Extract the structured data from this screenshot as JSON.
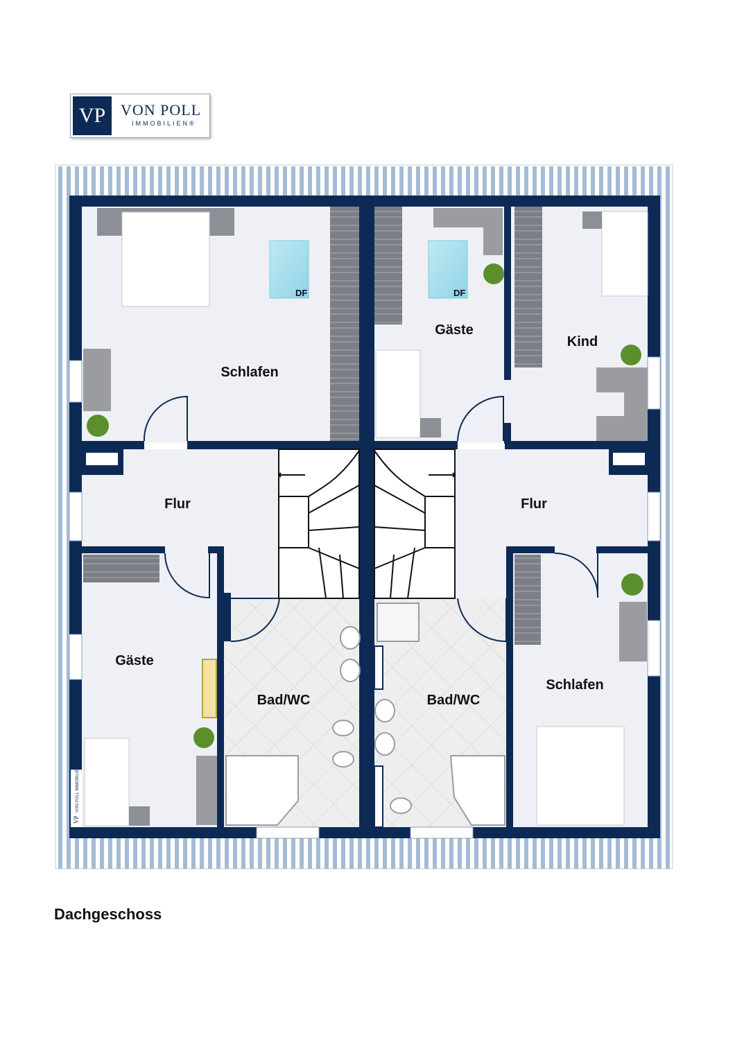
{
  "logo": {
    "initials": "VP",
    "name": "VON POLL",
    "subtitle": "IMMOBILIEN®"
  },
  "watermark": {
    "initials": "VP",
    "text": "VON POLL IMMOBILIEN"
  },
  "rooms": {
    "schlafen_left": "Schlafen",
    "gaeste_top": "Gäste",
    "kind": "Kind",
    "flur_left": "Flur",
    "flur_right": "Flur",
    "gaeste_bottom": "Gäste",
    "bad_left": "Bad/WC",
    "bad_right": "Bad/WC",
    "schlafen_right": "Schlafen"
  },
  "skylights": {
    "label": "DF"
  },
  "floor_title": "Dachgeschoss",
  "colors": {
    "wall": "#0d2a55",
    "floor": "#eff0f5",
    "tile": "#ededed",
    "roof_stripe": "#9bb3cf"
  }
}
